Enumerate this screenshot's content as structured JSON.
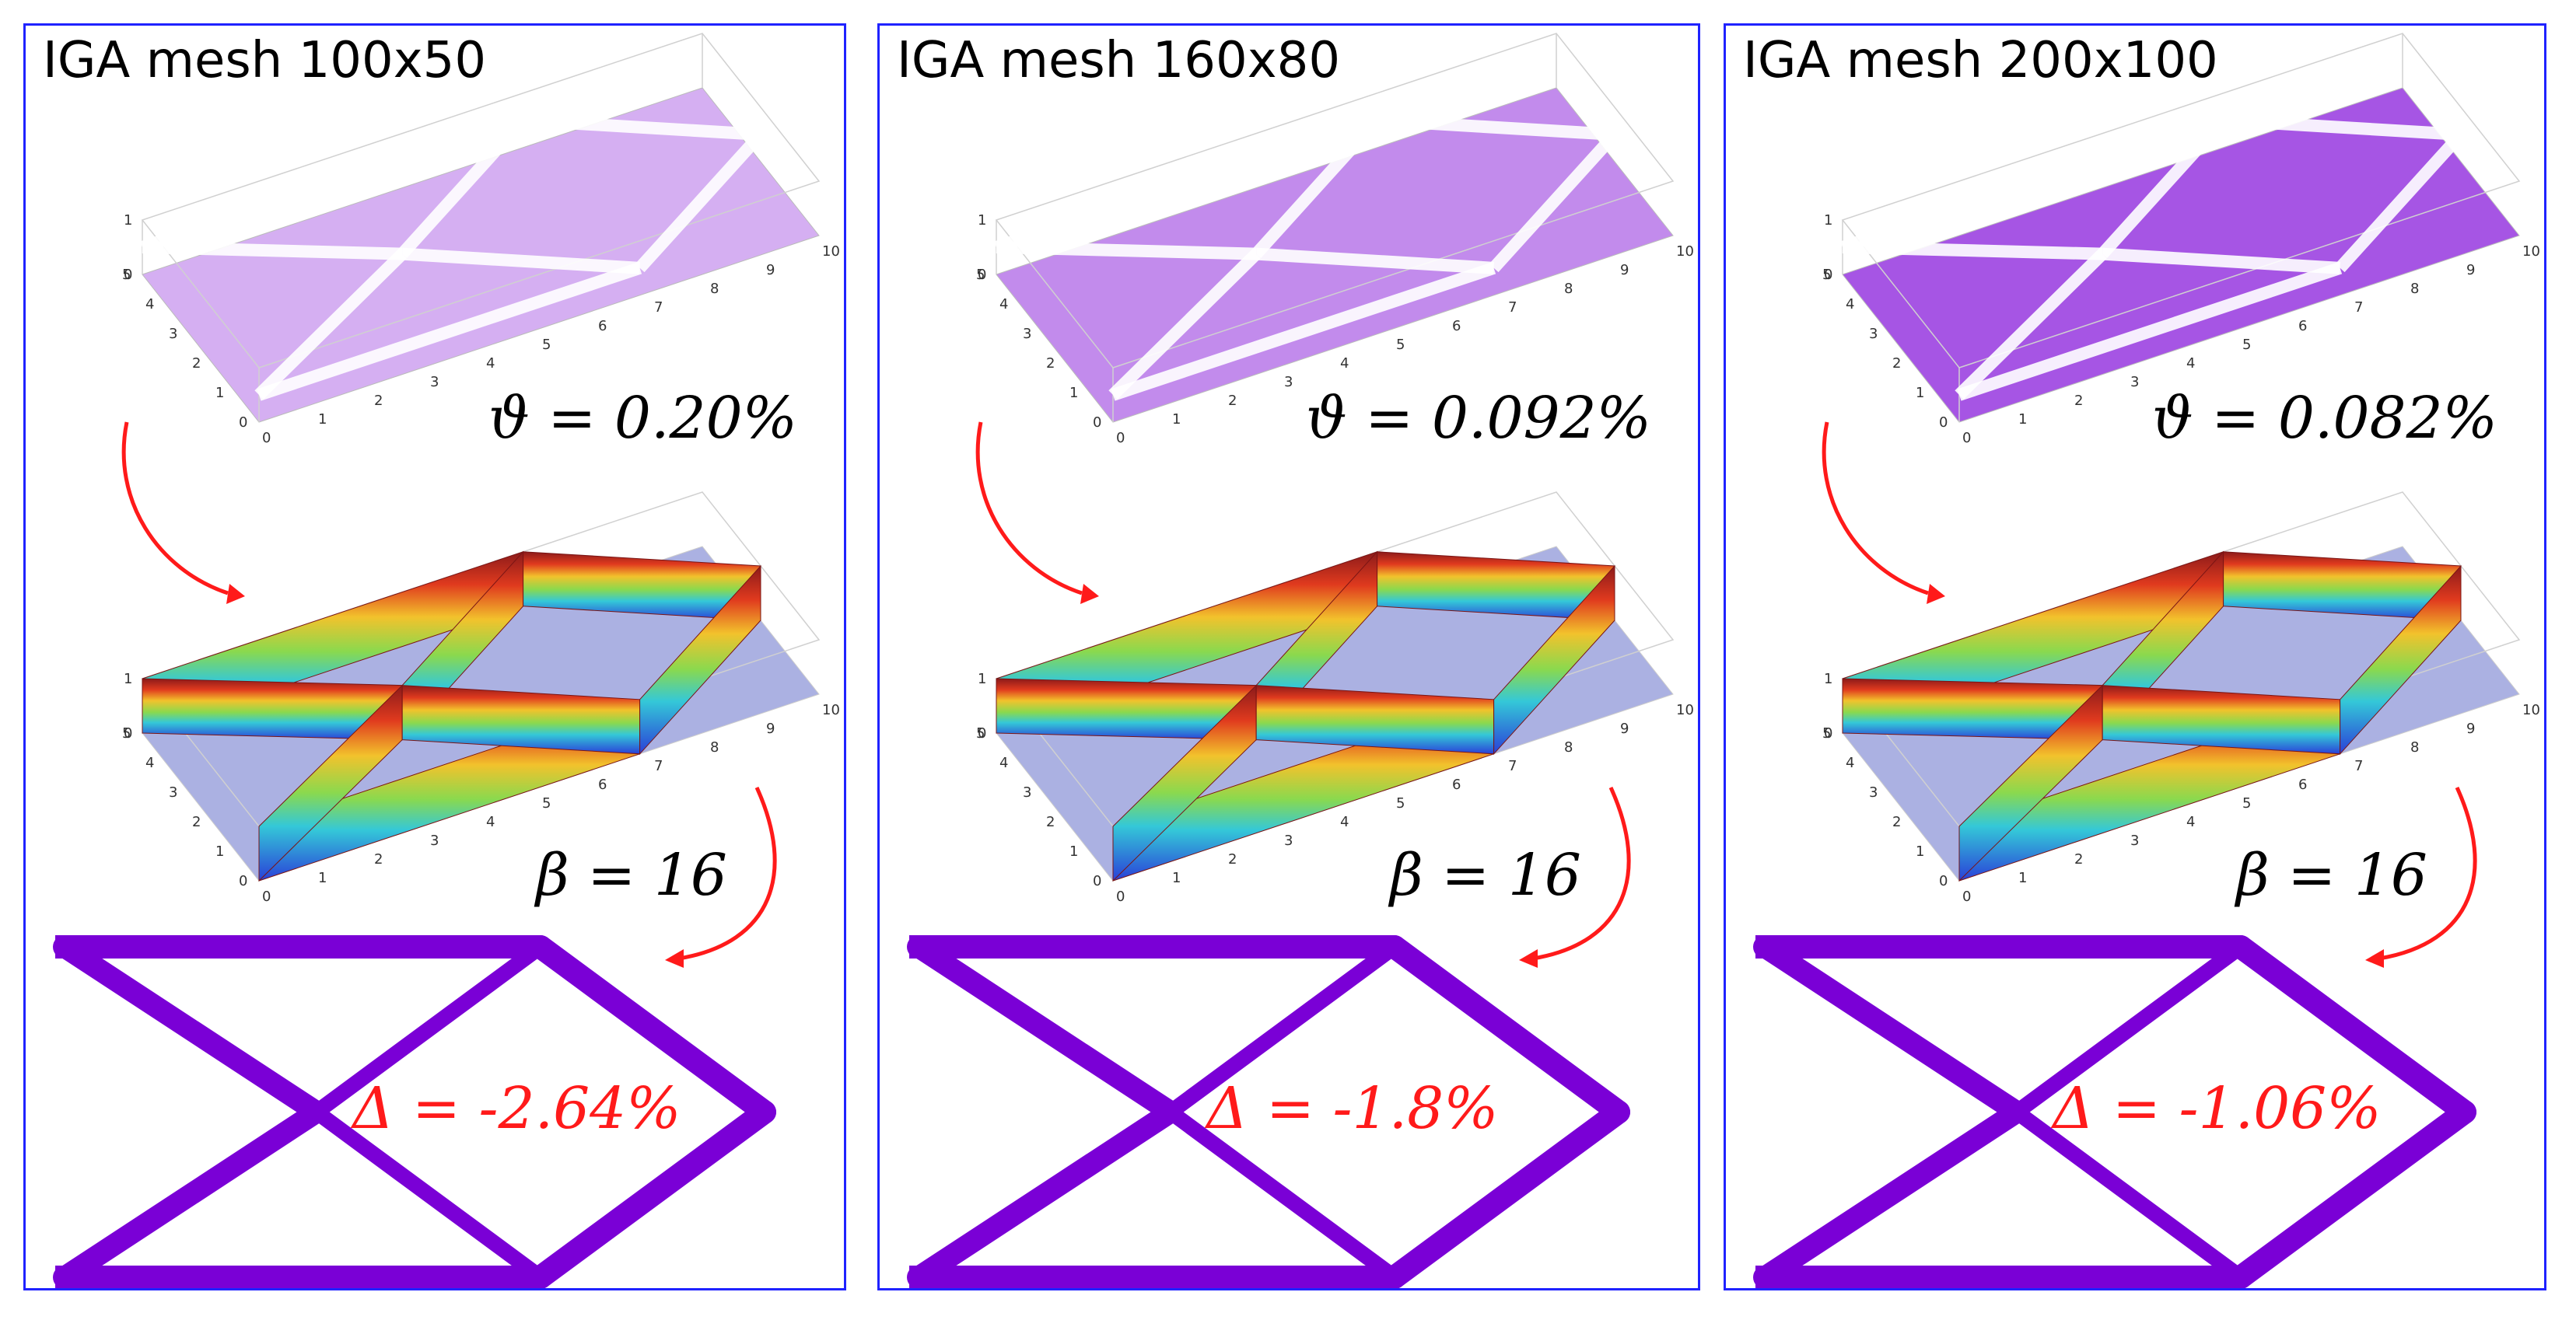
{
  "panels": [
    {
      "title": "IGA mesh 100x50",
      "theta": "ϑ = 0.20%",
      "beta": "β = 16",
      "delta": "Δ = -2.64%",
      "mesh_density": "low"
    },
    {
      "title": "IGA mesh 160x80",
      "theta": "ϑ = 0.092%",
      "beta": "β = 16",
      "delta": "Δ = -1.8%",
      "mesh_density": "medium"
    },
    {
      "title": "IGA mesh 200x100",
      "theta": "ϑ = 0.082%",
      "beta": "β = 16",
      "delta": "Δ = -1.06%",
      "mesh_density": "high"
    }
  ],
  "axis_ticks": {
    "x": [
      "0",
      "1",
      "2",
      "3",
      "4",
      "5",
      "6",
      "7",
      "8",
      "9",
      "10"
    ],
    "y": [
      "0",
      "1",
      "2",
      "3",
      "4",
      "5"
    ],
    "z": [
      "0",
      "1"
    ]
  },
  "colors": {
    "border": "#1f22ff",
    "purple": "#7a00d6",
    "arrow": "#ff1a1a",
    "base_plane": "#8f97d8",
    "delta_text": "#ff1a1a"
  }
}
